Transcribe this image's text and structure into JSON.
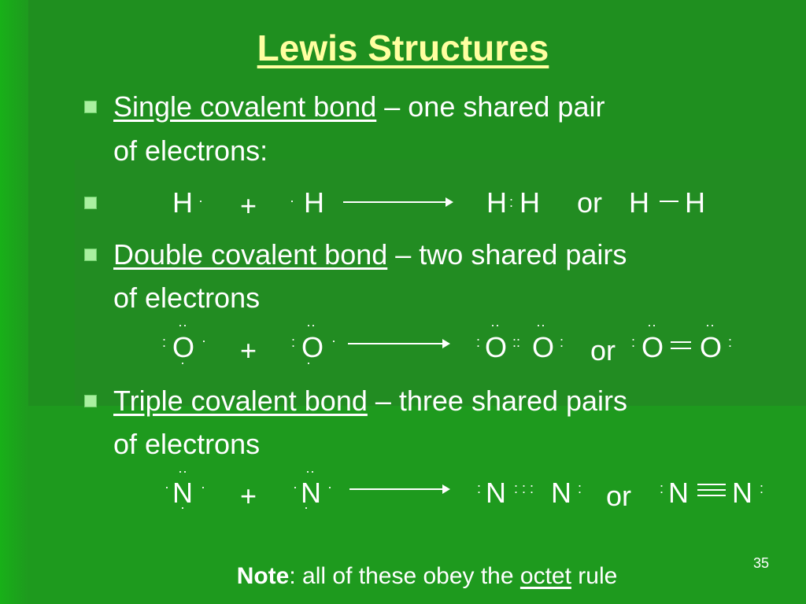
{
  "title": "Lewis Structures",
  "bullets": {
    "single": {
      "term": "Single covalent bond",
      "desc": " – one shared pair",
      "line2": "of electrons:"
    },
    "double": {
      "term": "Double covalent bond",
      "desc": " – two shared pairs",
      "line2": "of electrons"
    },
    "triple": {
      "term": "Triple covalent bond",
      "desc": " – three shared pairs",
      "line2": "of electrons"
    }
  },
  "equations": {
    "single": {
      "a": "H",
      "plus": "+",
      "b": "H",
      "p1": "H",
      "p2": "H",
      "or": "or",
      "p3": "H",
      "p4": "H"
    },
    "double": {
      "a": "O",
      "plus": "+",
      "b": "O",
      "p1": "O",
      "p2": "O",
      "or": "or",
      "p3": "O",
      "p4": "O"
    },
    "triple": {
      "a": "N",
      "plus": "+",
      "b": "N",
      "p1": "N",
      "p2": "N",
      "or": "or",
      "p3": "N",
      "p4": "N"
    }
  },
  "note": {
    "bold": "Note",
    "text1": ": all of these obey the ",
    "link": "octet",
    "text2": " rule"
  },
  "page_number": "35",
  "colors": {
    "background": "#1f8f1f",
    "title": "#ffffa0",
    "bullet": "#a9f0a0",
    "text": "#ffffff"
  }
}
